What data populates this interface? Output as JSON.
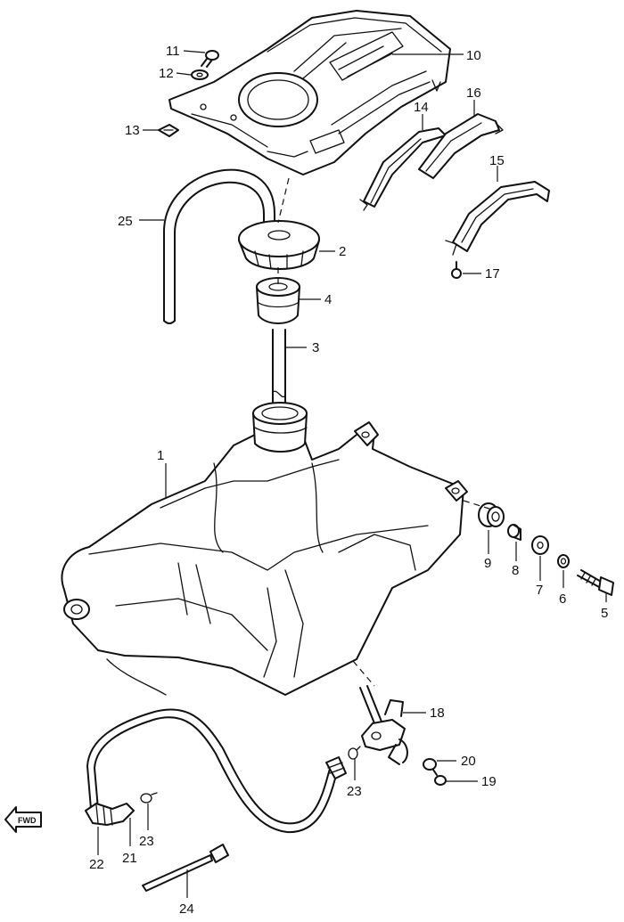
{
  "callouts": [
    "1",
    "2",
    "3",
    "4",
    "5",
    "6",
    "7",
    "8",
    "9",
    "10",
    "11",
    "12",
    "13",
    "14",
    "15",
    "16",
    "17",
    "18",
    "19",
    "20",
    "21",
    "22",
    "23",
    "23",
    "24",
    "25"
  ],
  "fwd_label": "FWD"
}
